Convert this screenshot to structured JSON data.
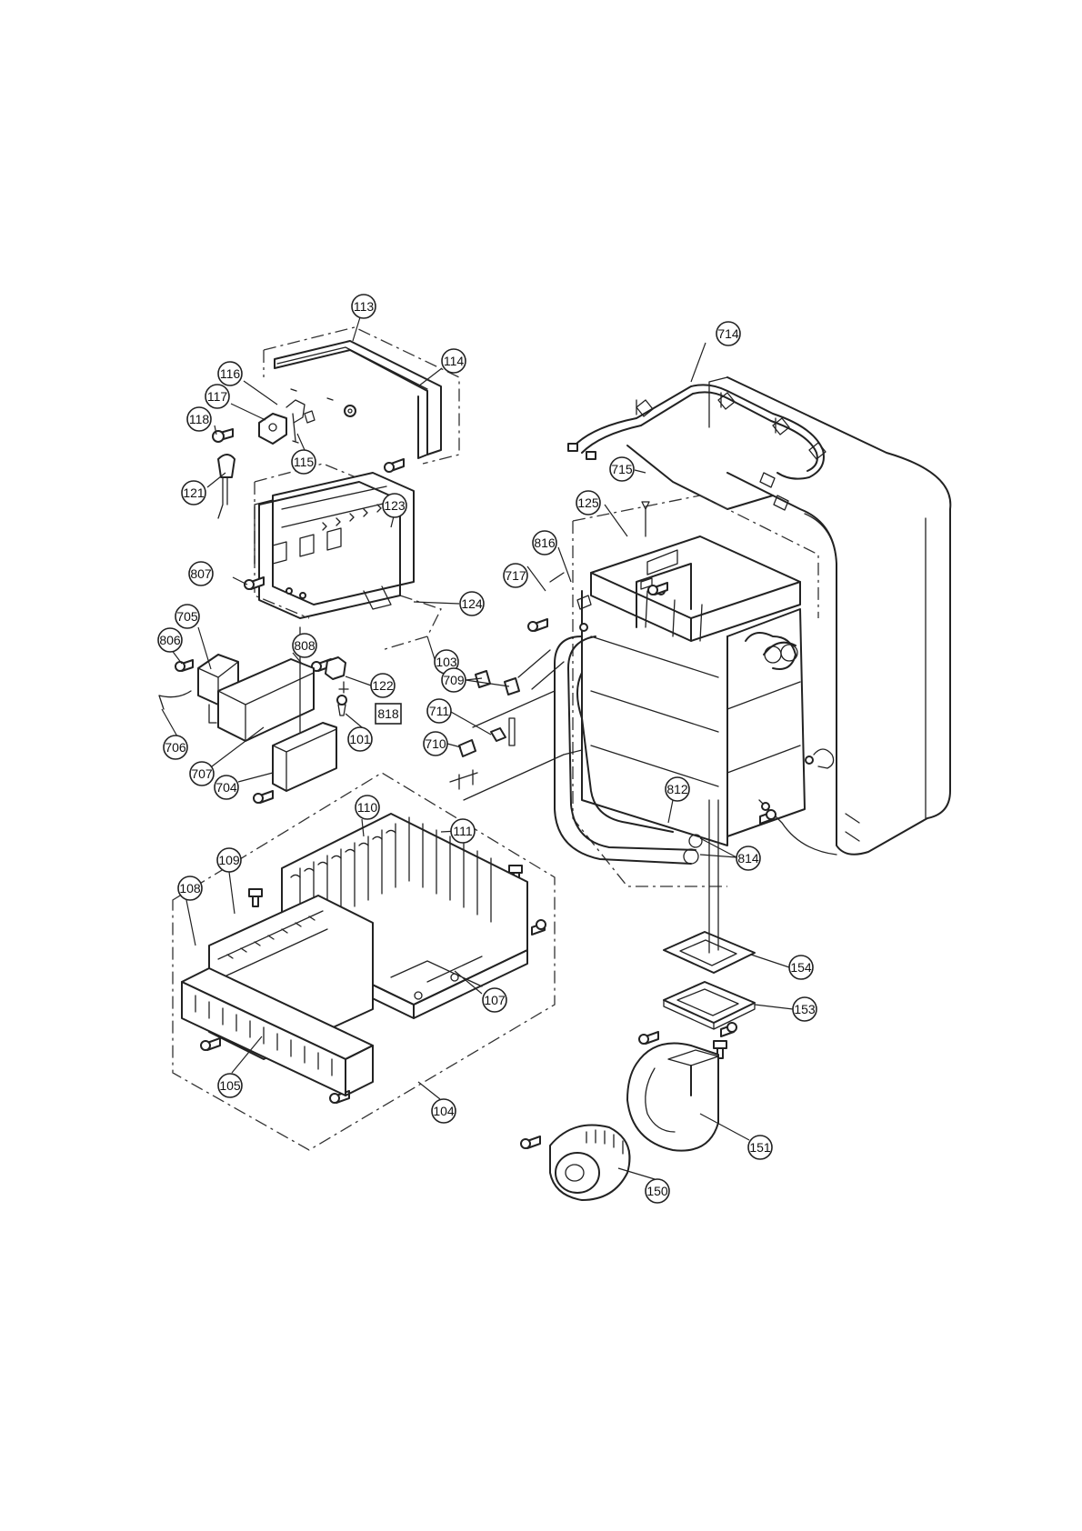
{
  "diagram": {
    "type": "exploded-parts-diagram",
    "callouts": [
      {
        "id": "c113",
        "label": "113"
      },
      {
        "id": "c114",
        "label": "114"
      },
      {
        "id": "c116",
        "label": "116"
      },
      {
        "id": "c117",
        "label": "117"
      },
      {
        "id": "c118",
        "label": "118"
      },
      {
        "id": "c115",
        "label": "115"
      },
      {
        "id": "c121",
        "label": "121"
      },
      {
        "id": "c123",
        "label": "123"
      },
      {
        "id": "c807",
        "label": "807"
      },
      {
        "id": "c124",
        "label": "124"
      },
      {
        "id": "c705",
        "label": "705"
      },
      {
        "id": "c806",
        "label": "806"
      },
      {
        "id": "c808",
        "label": "808"
      },
      {
        "id": "c103",
        "label": "103"
      },
      {
        "id": "c122",
        "label": "122"
      },
      {
        "id": "c818",
        "label": "818",
        "boxed": true
      },
      {
        "id": "c101",
        "label": "101"
      },
      {
        "id": "c706",
        "label": "706"
      },
      {
        "id": "c707",
        "label": "707"
      },
      {
        "id": "c704",
        "label": "704"
      },
      {
        "id": "c714",
        "label": "714"
      },
      {
        "id": "c715",
        "label": "715"
      },
      {
        "id": "c125",
        "label": "125"
      },
      {
        "id": "c816",
        "label": "816"
      },
      {
        "id": "c717",
        "label": "717"
      },
      {
        "id": "c709",
        "label": "709"
      },
      {
        "id": "c711",
        "label": "711"
      },
      {
        "id": "c710",
        "label": "710"
      },
      {
        "id": "c812",
        "label": "812"
      },
      {
        "id": "c814",
        "label": "814"
      },
      {
        "id": "c110",
        "label": "110"
      },
      {
        "id": "c111",
        "label": "111"
      },
      {
        "id": "c109",
        "label": "109"
      },
      {
        "id": "c108",
        "label": "108"
      },
      {
        "id": "c107",
        "label": "107"
      },
      {
        "id": "c105",
        "label": "105"
      },
      {
        "id": "c104",
        "label": "104"
      },
      {
        "id": "c154",
        "label": "154"
      },
      {
        "id": "c153",
        "label": "153"
      },
      {
        "id": "c151",
        "label": "151"
      },
      {
        "id": "c150",
        "label": "150"
      }
    ]
  }
}
